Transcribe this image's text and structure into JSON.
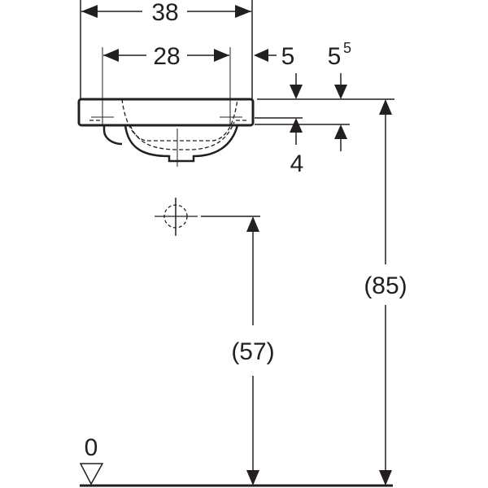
{
  "drawing": {
    "subject": "washbasin dimension drawing",
    "line_color": "#231f20",
    "background": "#ffffff",
    "dimensions": {
      "overall_width": "38",
      "tap_hole_spacing": "28",
      "rim_offset": "5",
      "rim_height_base": "5",
      "rim_height_sup": "5",
      "rim_thickness": "4",
      "waste_height": "(57)",
      "rim_height_floor": "(85)",
      "floor_level": "0"
    }
  }
}
